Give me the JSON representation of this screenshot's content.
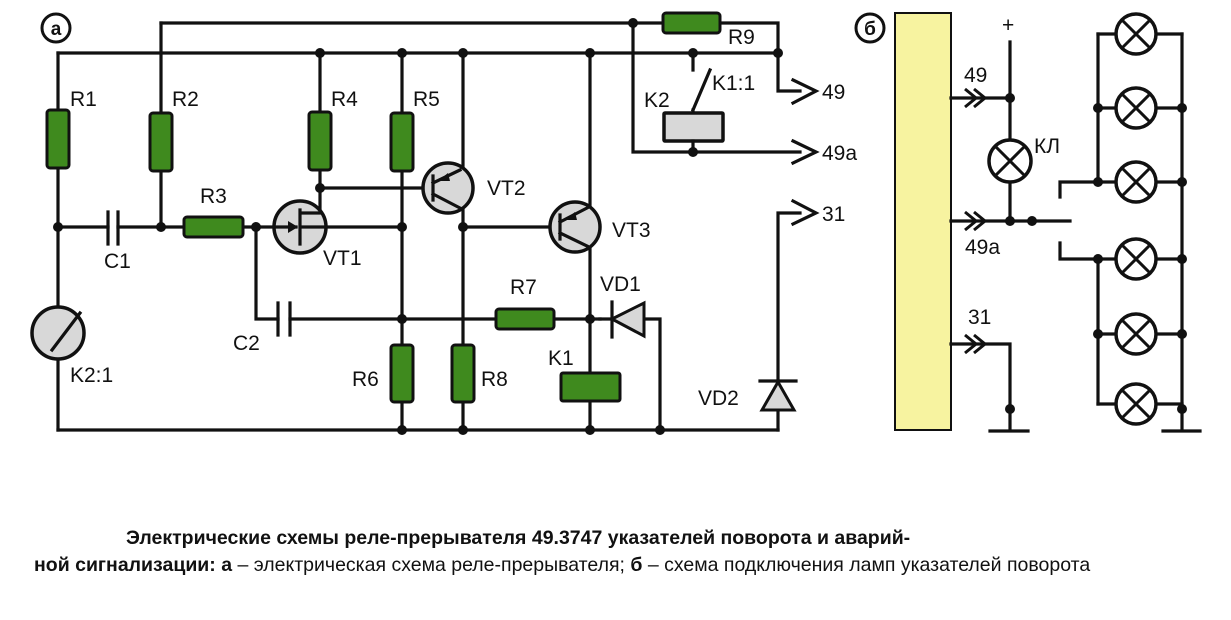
{
  "diagram_a": {
    "badge": "а",
    "components": {
      "R1": "R1",
      "R2": "R2",
      "R3": "R3",
      "R4": "R4",
      "R5": "R5",
      "R6": "R6",
      "R7": "R7",
      "R8": "R8",
      "R9": "R9",
      "C1": "C1",
      "C2": "C2",
      "VT1": "VT1",
      "VT2": "VT2",
      "VT3": "VT3",
      "VD1": "VD1",
      "VD2": "VD2",
      "K1": "K1",
      "K1_1": "K1:1",
      "K2": "K2",
      "K2_1": "K2:1"
    },
    "terminals": {
      "t49": "49",
      "t49a": "49а",
      "t31": "31"
    }
  },
  "diagram_b": {
    "badge": "б",
    "plus": "+",
    "terminals": {
      "t49": "49",
      "t49a": "49а",
      "t31": "31"
    },
    "indicator_lamp": "КЛ",
    "lamp_count": 6
  },
  "colors": {
    "resistor_fill": "#3f8a1e",
    "relay_body_fill": "#d8d8d8",
    "relay_block_fill": "#f7f3a0",
    "wire": "#111111"
  },
  "caption": {
    "title": "Электрические схемы реле-прерывателя 49.3747 указателей поворота и аварий-",
    "title_cont": "ной сигнализации:",
    "a_key": "а",
    "a_text": " – электрическая схема реле-прерывателя; ",
    "b_key": "б",
    "b_text": " – схема подключения ламп указателей поворота"
  }
}
